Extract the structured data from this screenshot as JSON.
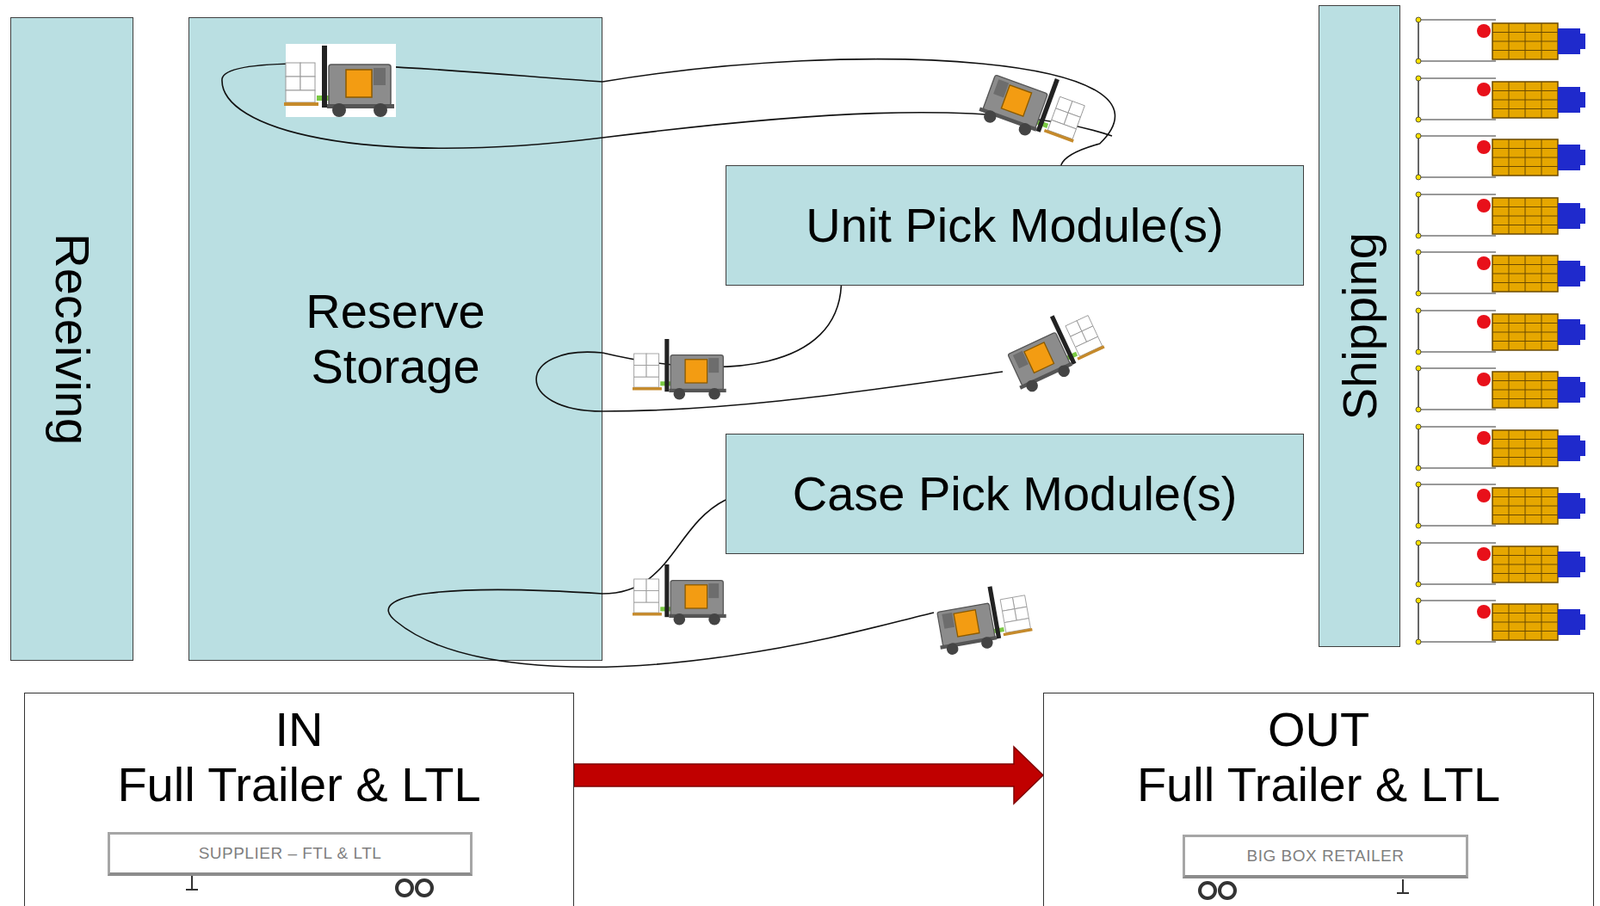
{
  "diagram": {
    "nodes": [
      {
        "text": [
          "Receiving"
        ]
      },
      {
        "text": [
          "Reserve Storage"
        ]
      },
      {
        "text": [
          "Unit Pick Module(s)"
        ]
      },
      {
        "text": [
          "Shipping"
        ]
      },
      {
        "text": [
          "Case Pick Module(s)"
        ]
      },
      {
        "text": [
          "IN",
          "Full Trailer & LTL"
        ]
      },
      {
        "text": [
          "SUPPLIER – FTL & LTL"
        ],
        "in": 5
      },
      {
        "text": [
          "OUT",
          "Full Trailer & LTL"
        ]
      },
      {
        "text": [
          "BIG BOX RETAILER"
        ],
        "in": 7
      }
    ],
    "edges": [
      {
        "from": 1,
        "to": 2,
        "arrow": "none"
      },
      {
        "from": 2,
        "to": 1,
        "arrow": "none"
      },
      {
        "from": 4,
        "to": 1,
        "arrow": "none"
      },
      {
        "from": 5,
        "to": 7,
        "arrow": "to"
      }
    ]
  }
}
